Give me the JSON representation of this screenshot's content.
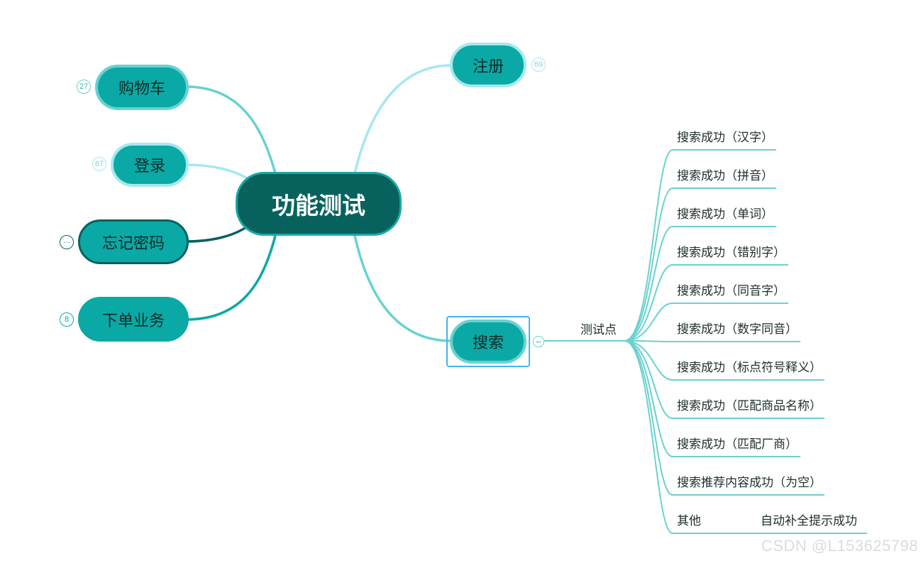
{
  "root": {
    "label": "功能测试"
  },
  "left_branches": [
    {
      "label": "购物车",
      "badge": "27"
    },
    {
      "label": "登录",
      "badge": "67"
    },
    {
      "label": "忘记密码",
      "badge": "···"
    },
    {
      "label": "下单业务",
      "badge": "8"
    }
  ],
  "right_branches": [
    {
      "label": "注册",
      "badge": "69"
    },
    {
      "label": "搜索",
      "badge": "−"
    }
  ],
  "search": {
    "sub_label": "测试点",
    "leaves": [
      "搜索成功（汉字）",
      "搜索成功（拼音）",
      "搜索成功（单词）",
      "搜索成功（错别字）",
      "搜索成功（同音字）",
      "搜索成功（数字同音）",
      "搜索成功（标点符号释义）",
      "搜索成功（匹配商品名称）",
      "搜索成功（匹配厂商）",
      "搜索推荐内容成功（为空）",
      "其他"
    ],
    "other_child": "自动补全提示成功"
  },
  "colors": {
    "root_fill": "#07625e",
    "branch_fill": "#0ba9a5",
    "line_light": "#a6e8ee",
    "line_mid": "#69d2d0",
    "line_dark": "#07625e",
    "selection": "#3fb6f0"
  },
  "watermark": "CSDN @L153625798"
}
